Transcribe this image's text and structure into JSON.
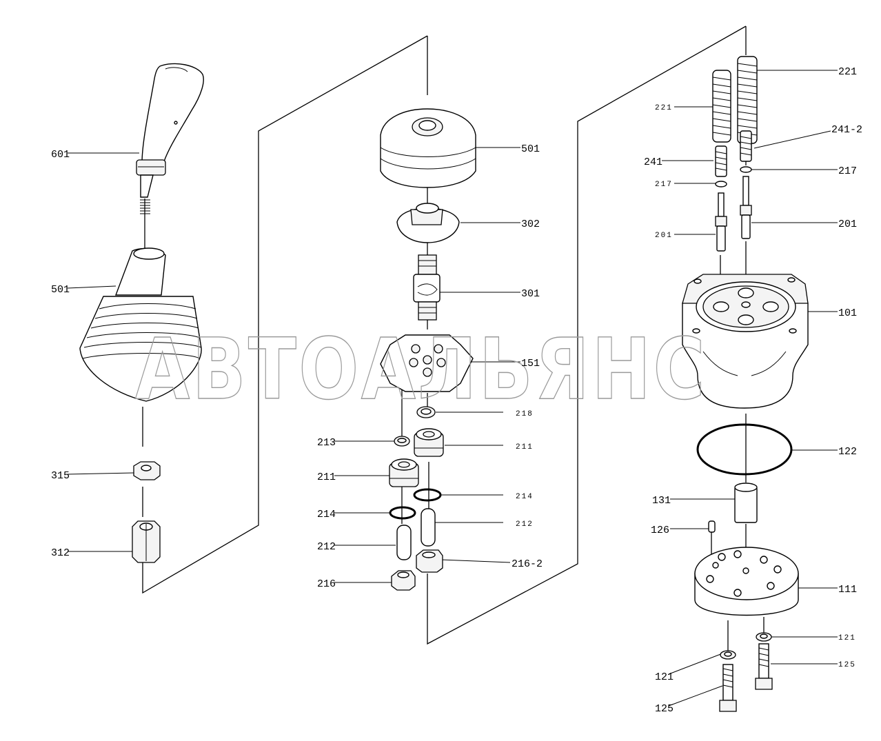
{
  "watermark": "АВТОАЛЬЯНС",
  "labels": [
    {
      "id": "l601",
      "text": "601"
    },
    {
      "id": "l501a",
      "text": "501"
    },
    {
      "id": "l315",
      "text": "315"
    },
    {
      "id": "l312",
      "text": "312"
    },
    {
      "id": "l501b",
      "text": "501"
    },
    {
      "id": "l302",
      "text": "302"
    },
    {
      "id": "l301",
      "text": "301"
    },
    {
      "id": "l151",
      "text": "151"
    },
    {
      "id": "l218",
      "text": "218"
    },
    {
      "id": "l213",
      "text": "213"
    },
    {
      "id": "l211a",
      "text": "211"
    },
    {
      "id": "l211b",
      "text": "211"
    },
    {
      "id": "l214a",
      "text": "214"
    },
    {
      "id": "l214b",
      "text": "214"
    },
    {
      "id": "l212a",
      "text": "212"
    },
    {
      "id": "l212b",
      "text": "212"
    },
    {
      "id": "l216",
      "text": "216"
    },
    {
      "id": "l2162",
      "text": "216-2"
    },
    {
      "id": "l221a",
      "text": "221"
    },
    {
      "id": "l221b",
      "text": "221"
    },
    {
      "id": "l2412",
      "text": "241-2"
    },
    {
      "id": "l241",
      "text": "241"
    },
    {
      "id": "l217a",
      "text": "217"
    },
    {
      "id": "l217b",
      "text": "217"
    },
    {
      "id": "l201a",
      "text": "201"
    },
    {
      "id": "l201b",
      "text": "201"
    },
    {
      "id": "l101",
      "text": "101"
    },
    {
      "id": "l122",
      "text": "122"
    },
    {
      "id": "l131",
      "text": "131"
    },
    {
      "id": "l126",
      "text": "126"
    },
    {
      "id": "l111",
      "text": "111"
    },
    {
      "id": "l121a",
      "text": "121"
    },
    {
      "id": "l121b",
      "text": "121"
    },
    {
      "id": "l125a",
      "text": "125"
    },
    {
      "id": "l125b",
      "text": "125"
    }
  ]
}
